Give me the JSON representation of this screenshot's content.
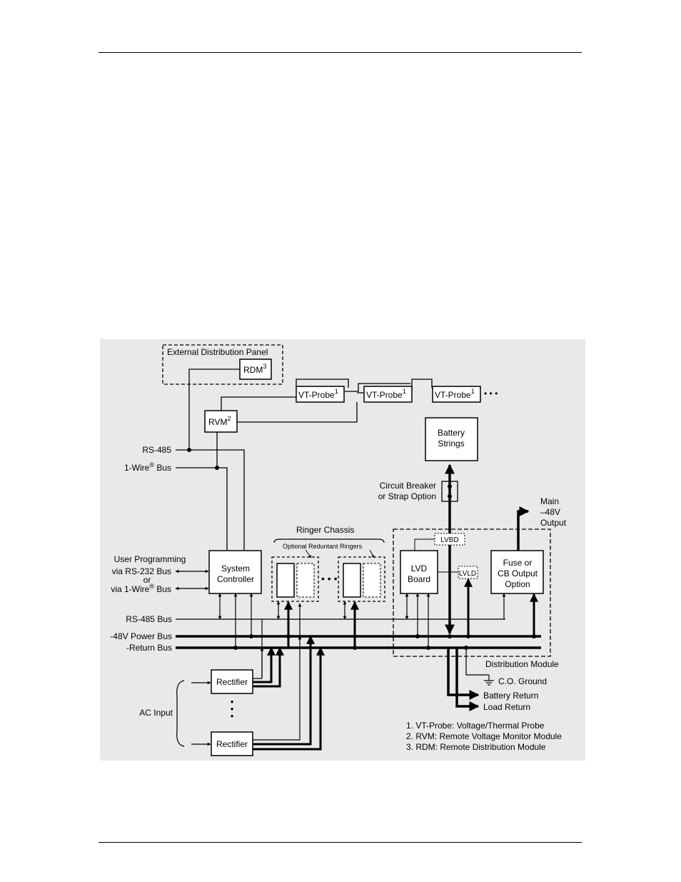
{
  "diagram": {
    "external_panel": "External Distribution Panel",
    "rdm": "RDM",
    "rdm_sup": "3",
    "vt_probe": "VT-Probe",
    "vt_probe_sup": "1",
    "ellipsis": "• • •",
    "rvm": "RVM",
    "rvm_sup": "2",
    "battery_strings": [
      "Battery",
      "Strings"
    ],
    "rs485": "RS-485",
    "one_wire_bus": "1-Wire",
    "reg_mark": "®",
    "bus_word": " Bus",
    "circuit_breaker": [
      "Circuit Breaker",
      "or Strap Option"
    ],
    "main_output": [
      "Main",
      "–48V",
      "Output"
    ],
    "ringer_chassis": "Ringer Chassis",
    "optional_ringers": "Optional Reduntant Ringers",
    "lvbd": "LVBD",
    "lvld": "LVLD",
    "user_programming": "User Programming",
    "via_rs232": "via RS-232 Bus",
    "or": "or",
    "via_1wire": "via 1-Wire",
    "system_controller": [
      "System",
      "Controller"
    ],
    "lvd_board": [
      "LVD",
      "Board"
    ],
    "fuse_cb": [
      "Fuse or",
      "CB Output",
      "Option"
    ],
    "rs485_bus": "RS-485 Bus",
    "power_bus": "-48V Power Bus",
    "return_bus": "-Return Bus",
    "distribution_module": "Distribution Module",
    "co_ground": "C.O. Ground",
    "rectifier": "Rectifier",
    "ac_input": "AC Input",
    "battery_return": "Battery Return",
    "load_return": "Load Return",
    "notes": [
      "1. VT-Probe: Voltage/Thermal Probe",
      "2. RVM: Remote Voltage Monitor Module",
      "3. RDM: Remote Distribution Module"
    ]
  }
}
